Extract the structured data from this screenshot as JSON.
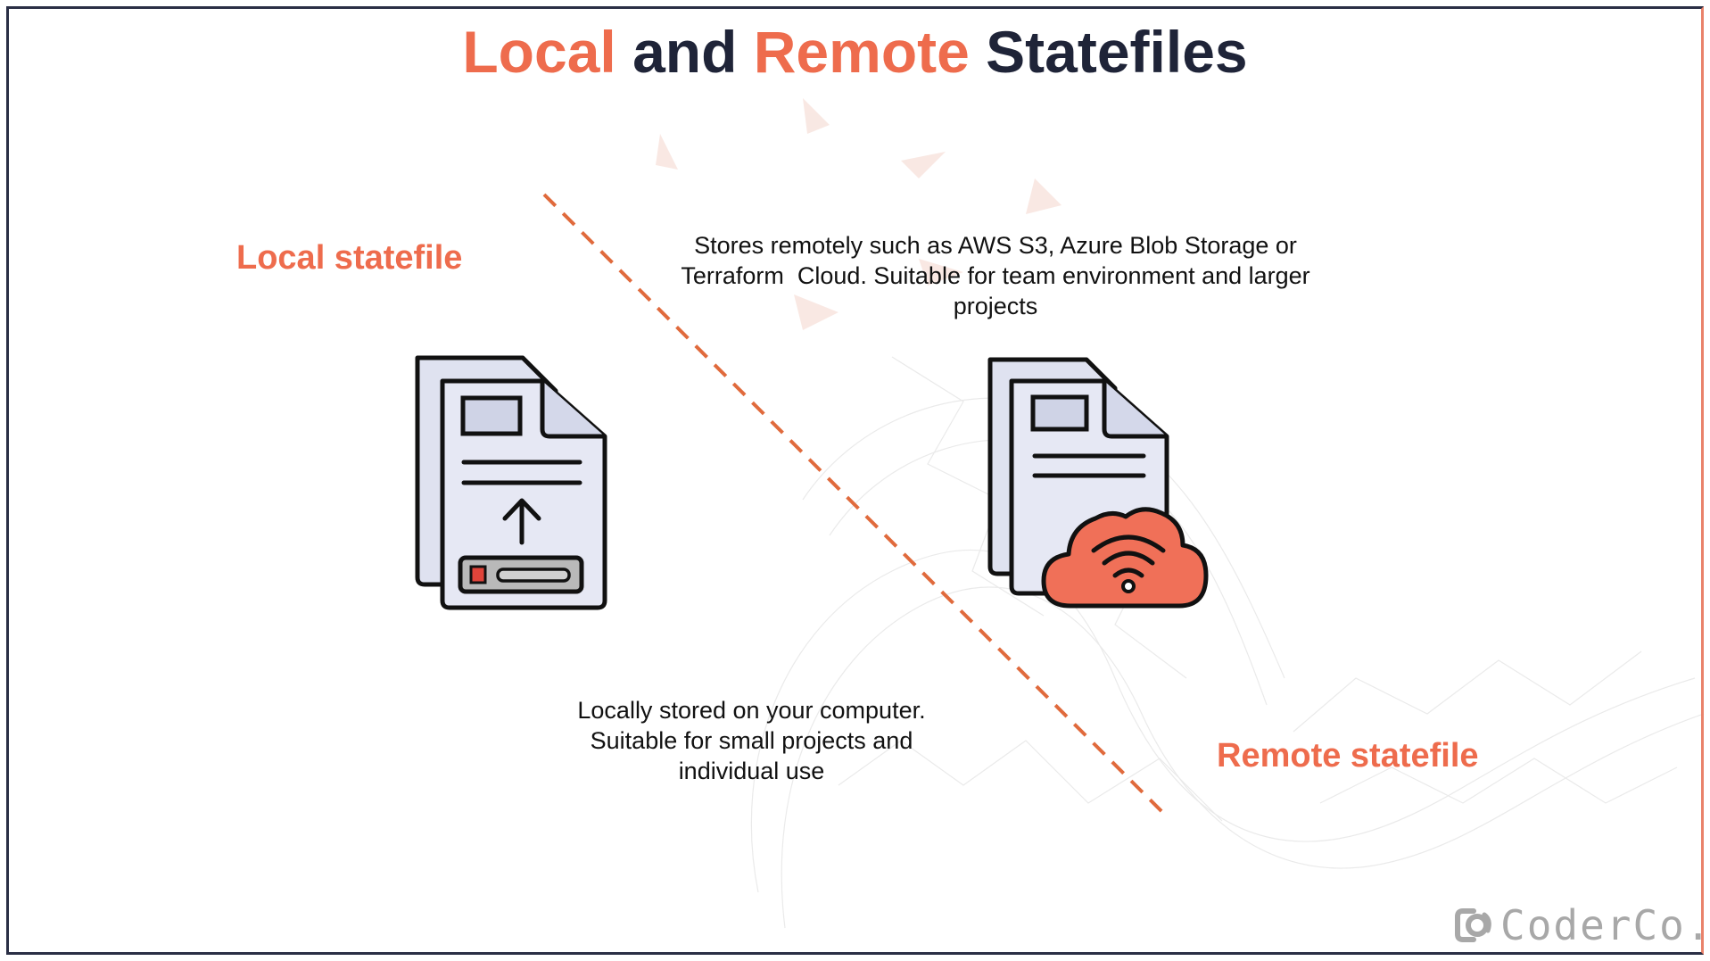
{
  "title": {
    "word1": "Local",
    "word2": " and ",
    "word3": "Remote",
    "word4": " Statefiles"
  },
  "local": {
    "label": "Local statefile",
    "description_lines": [
      "Locally stored on your computer.",
      "Suitable for small projects and",
      "individual use"
    ],
    "icon": "document-upload-icon"
  },
  "remote": {
    "label": "Remote statefile",
    "description_lines": [
      "Stores remotely such as AWS S3, Azure Blob Storage or",
      "Terraform  Cloud. Suitable for team environment and larger",
      "projects"
    ],
    "icon": "document-cloud-icon"
  },
  "logo": {
    "text": "CoderCo.",
    "icon": "coderco-logo-icon"
  },
  "colors": {
    "accent": "#ee6c4d",
    "dark": "#1f2438",
    "doc_fill": "#e6e8f4",
    "divider": "#e06a3c"
  }
}
